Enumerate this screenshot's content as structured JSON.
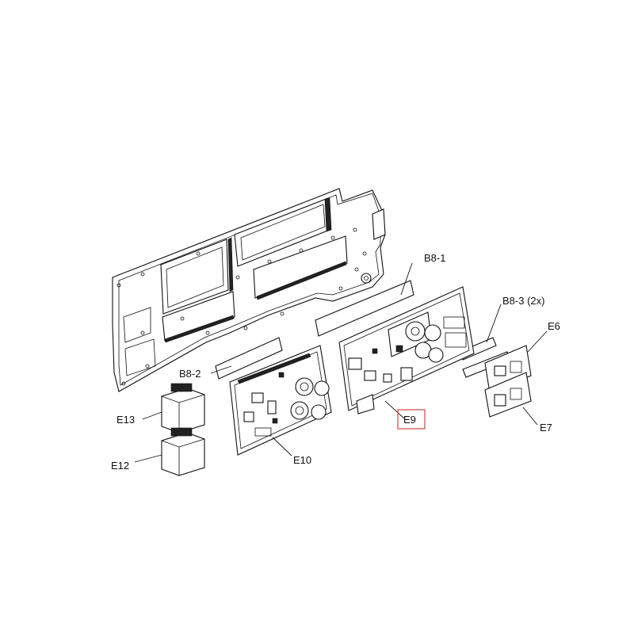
{
  "labels": {
    "b8_1": "B8-1",
    "b8_2": "B8-2",
    "b8_3": "B8-3 (2x)",
    "e6": "E6",
    "e7": "E7",
    "e9": "E9",
    "e10": "E10",
    "e12": "E12",
    "e13": "E13"
  },
  "highlight": {
    "part": "E9",
    "color": "#d9534f"
  }
}
